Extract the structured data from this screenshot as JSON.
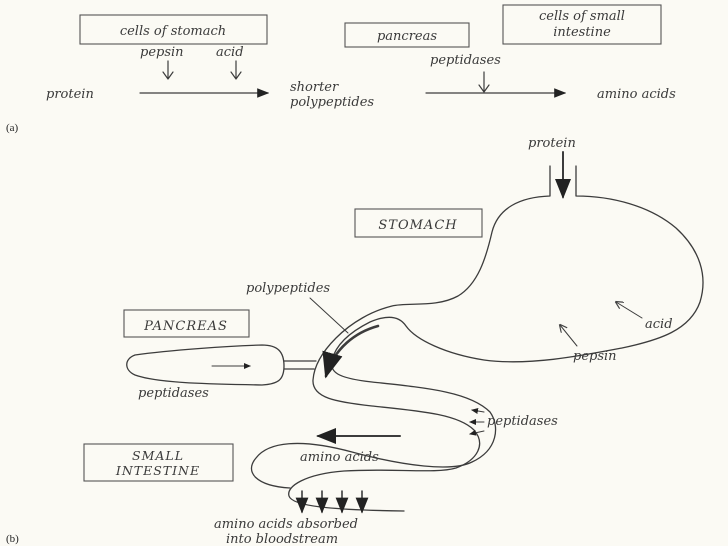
{
  "part_a": {
    "label": "(a)",
    "cells_of_stomach": "cells of stomach",
    "pepsin": "pepsin",
    "acid": "acid",
    "pancreas": "pancreas",
    "cells_of_small_intestine": [
      "cells of small",
      "intestine"
    ],
    "peptidases": "peptidases",
    "protein": "protein",
    "shorter_polypeptides": [
      "shorter",
      "polypeptides"
    ],
    "amino_acids": "amino acids"
  },
  "part_b": {
    "label": "(b)",
    "protein": "protein",
    "stomach": "STOMACH",
    "polypeptides": "polypeptides",
    "pancreas": "PANCREAS",
    "acid": "acid",
    "pepsin": "pepsin",
    "peptidases_pancreas": "peptidases",
    "peptidases_intestine": "peptidases",
    "small_intestine": [
      "SMALL",
      "INTESTINE"
    ],
    "amino_acids": "amino acids",
    "absorbed": [
      "amino acids absorbed",
      "into bloodstream"
    ]
  },
  "colors": {
    "ink": "#3c3c3c",
    "paper": "#fbfaf4"
  }
}
